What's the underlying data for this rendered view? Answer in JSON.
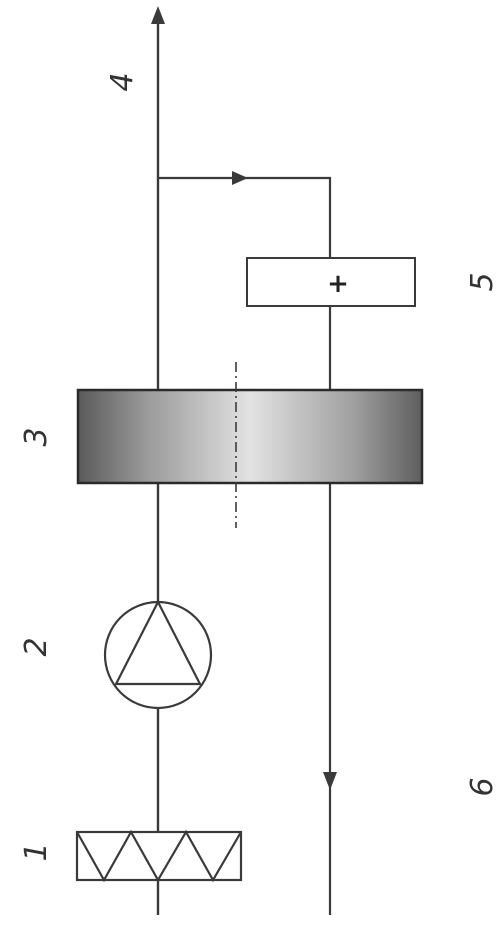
{
  "labels": {
    "n1": "1",
    "n2": "2",
    "n3": "3",
    "n4": "4",
    "n5": "5",
    "n6": "6"
  },
  "sign_5": "+",
  "colors": {
    "line": "#3a3a3a",
    "membrane_dark": "#5a5a5a",
    "membrane_light": "#e2e2e2"
  },
  "icons": {
    "element_1": "zigzag-filter-icon",
    "element_2": "pump-icon",
    "element_3": "membrane-module-icon",
    "element_5": "electrode-plus-icon"
  }
}
